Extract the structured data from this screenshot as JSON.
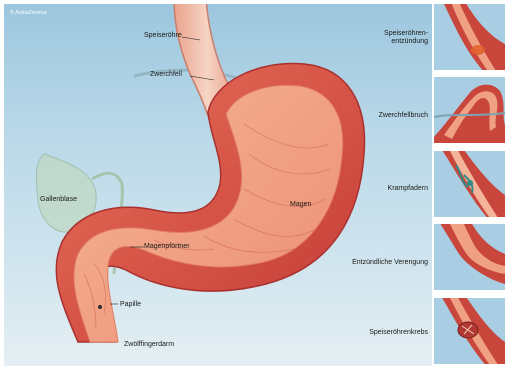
{
  "copyright": "© AstraZeneca",
  "labels": {
    "speiseroehre": "Speiseröhre",
    "zwerchfell": "Zwerchfell",
    "gallenblase": "Gallenblase",
    "magen": "Magen",
    "magenpfoertner": "Magenpförtner",
    "papille": "Papille",
    "zwoelffingerdarm": "Zwölffingerdarm"
  },
  "conditions": [
    {
      "line1": "Speiseröhren-",
      "line2": "entzündung"
    },
    {
      "line1": "Zwerchfellbruch",
      "line2": ""
    },
    {
      "line1": "Krampfadern",
      "line2": ""
    },
    {
      "line1": "Entzündliche Verengung",
      "line2": ""
    },
    {
      "line1": "Speiseröhrenkrebs",
      "line2": ""
    }
  ]
}
